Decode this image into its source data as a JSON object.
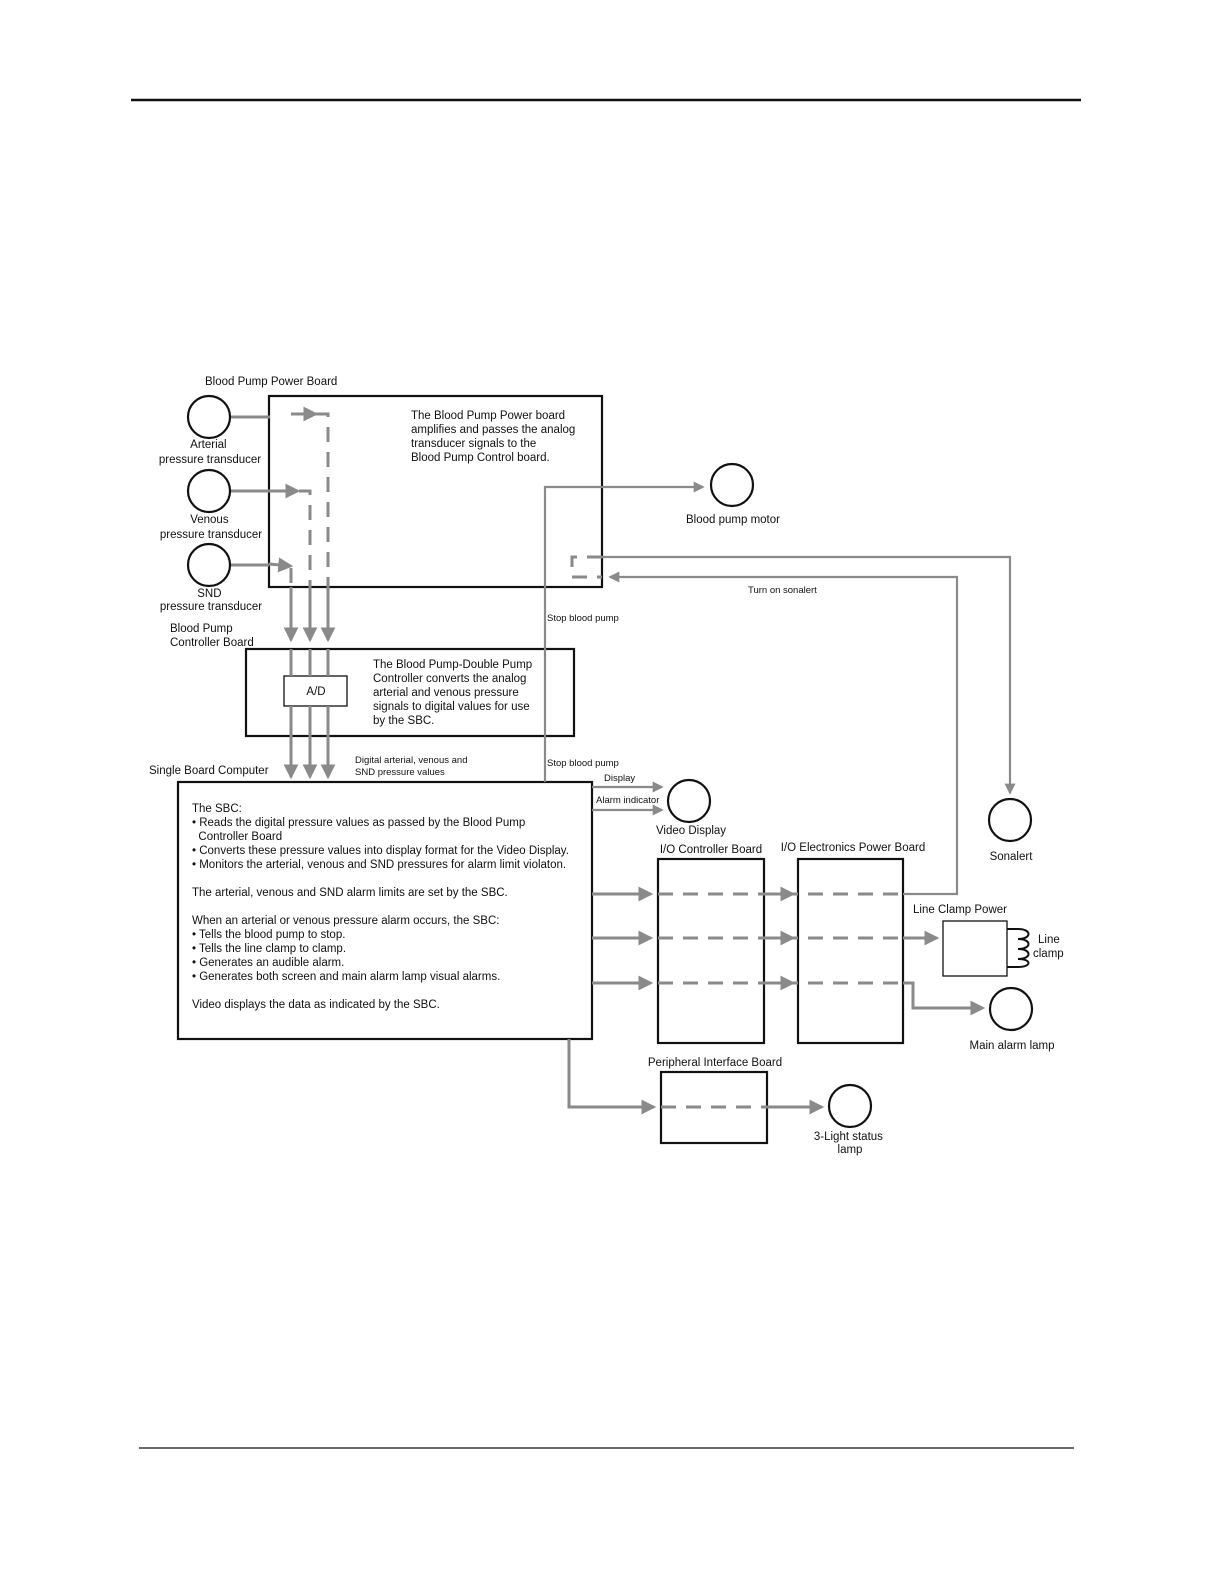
{
  "boards": {
    "bp_power": {
      "title": "Blood Pump Power Board",
      "desc": [
        "The Blood Pump Power board",
        "amplifies and passes the analog",
        "transducer signals to the",
        "Blood Pump Control board."
      ]
    },
    "bp_controller": {
      "title": [
        "Blood Pump",
        "Controller Board"
      ],
      "desc": [
        "The Blood Pump-Double Pump",
        "Controller converts the analog",
        "arterial and venous pressure",
        "signals to digital values for use",
        "by the SBC."
      ],
      "ad": "A/D"
    },
    "sbc": {
      "title": "Single Board Computer",
      "lines": [
        "The SBC:",
        "• Reads the digital pressure values as passed by the Blood Pump",
        "  Controller Board",
        "• Converts these pressure values into display format for the Video Display.",
        "• Monitors the arterial, venous and SND pressures for alarm limit violaton.",
        "",
        "The arterial, venous and SND alarm limits are set by the SBC.",
        "",
        "When an arterial or venous pressure alarm occurs, the SBC:",
        "• Tells the blood pump to stop.",
        "• Tells the line clamp to clamp.",
        "• Generates an audible alarm.",
        "• Generates both screen and main alarm lamp visual alarms.",
        "",
        "Video displays the data as indicated by the SBC."
      ]
    },
    "io_controller": {
      "title": "I/O Controller Board"
    },
    "io_power": {
      "title": "I/O Electronics Power Board"
    },
    "peripheral": {
      "title": "Peripheral Interface Board"
    },
    "line_clamp_power": {
      "title": "Line Clamp Power"
    }
  },
  "devices": {
    "arterial": [
      "Arterial",
      "pressure transducer"
    ],
    "venous": [
      "Venous",
      "pressure transducer"
    ],
    "snd": [
      "SND",
      "pressure transducer"
    ],
    "blood_pump_motor": "Blood pump motor",
    "video_display": "Video Display",
    "sonalert": "Sonalert",
    "main_alarm_lamp": "Main alarm lamp",
    "status_lamp": [
      "3-Light status",
      "lamp"
    ],
    "line_clamp": [
      "Line",
      "clamp"
    ]
  },
  "signals": {
    "digital_values": [
      "Digital arterial, venous  and",
      "SND pressure values"
    ],
    "stop_pump_upper": "Stop blood pump",
    "stop_pump_lower": "Stop blood pump",
    "turn_on_sonalert": "Turn on sonalert",
    "display": "Display",
    "alarm_indicator": "Alarm indicator"
  },
  "colors": {
    "signal_line": "#8a8a8a",
    "outline": "#111111",
    "background": "#ffffff"
  }
}
